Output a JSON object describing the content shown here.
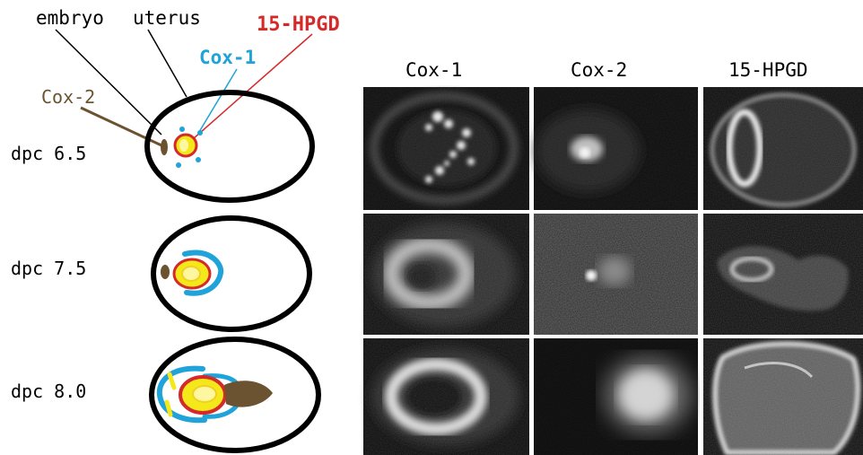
{
  "labels": {
    "embryo": "embryo",
    "uterus": "uterus",
    "hpgd": "15-HPGD",
    "cox1": "Cox-1",
    "cox2": "Cox-2"
  },
  "stages": [
    "dpc 6.5",
    "dpc 7.5",
    "dpc 8.0"
  ],
  "columns": [
    "Cox-1",
    "Cox-2",
    "15-HPGD"
  ],
  "colors": {
    "hpgd": "#d42a2a",
    "cox1": "#1fa3d8",
    "cox2": "#6b5230",
    "embryo_fill": "#f4e81a",
    "outline": "#000000",
    "panel_bg": "#0a0a0a",
    "signal": "#ffffff"
  }
}
